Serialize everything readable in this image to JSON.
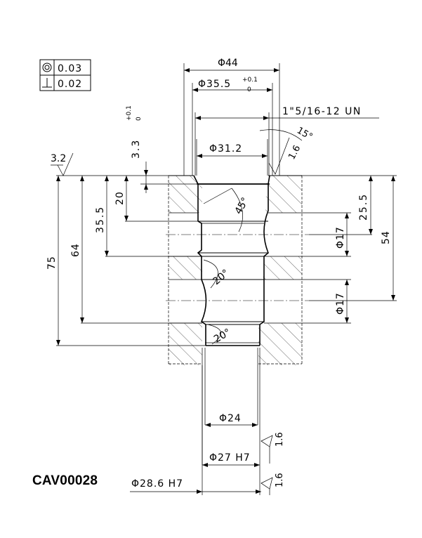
{
  "part_number": "CAV00028",
  "tolerances": [
    {
      "symbol": "concentricity-icon",
      "value": "0.03"
    },
    {
      "symbol": "perpendicularity-icon",
      "value": "0.02"
    }
  ],
  "dimensions": {
    "d44": "Φ44",
    "d35_5": "Φ35.5",
    "d35_5_tol_upper": "+0.1",
    "d35_5_tol_lower": "0",
    "thread": "1\"5/16-12 UN",
    "angle_15": "15°",
    "finish_1_6_top": "1.6",
    "d31_2": "Φ31.2",
    "depth_3_3": "3.3",
    "depth_3_3_tol_upper": "+0.1",
    "depth_3_3_tol_lower": "0",
    "finish_3_2": "3.2",
    "angle_45": "45°",
    "angle_20_a": "20°",
    "angle_20_b": "20°",
    "h20": "20",
    "h35_5": "35.5",
    "h64": "64",
    "h75": "75",
    "h25_5": "25.5",
    "h54": "54",
    "port1": "Φ17",
    "port2": "Φ17",
    "d24": "Φ24",
    "d27": "Φ27 H7",
    "d28_6": "Φ28.6 H7",
    "finish_1_6_a": "1.6",
    "finish_1_6_b": "1.6"
  }
}
